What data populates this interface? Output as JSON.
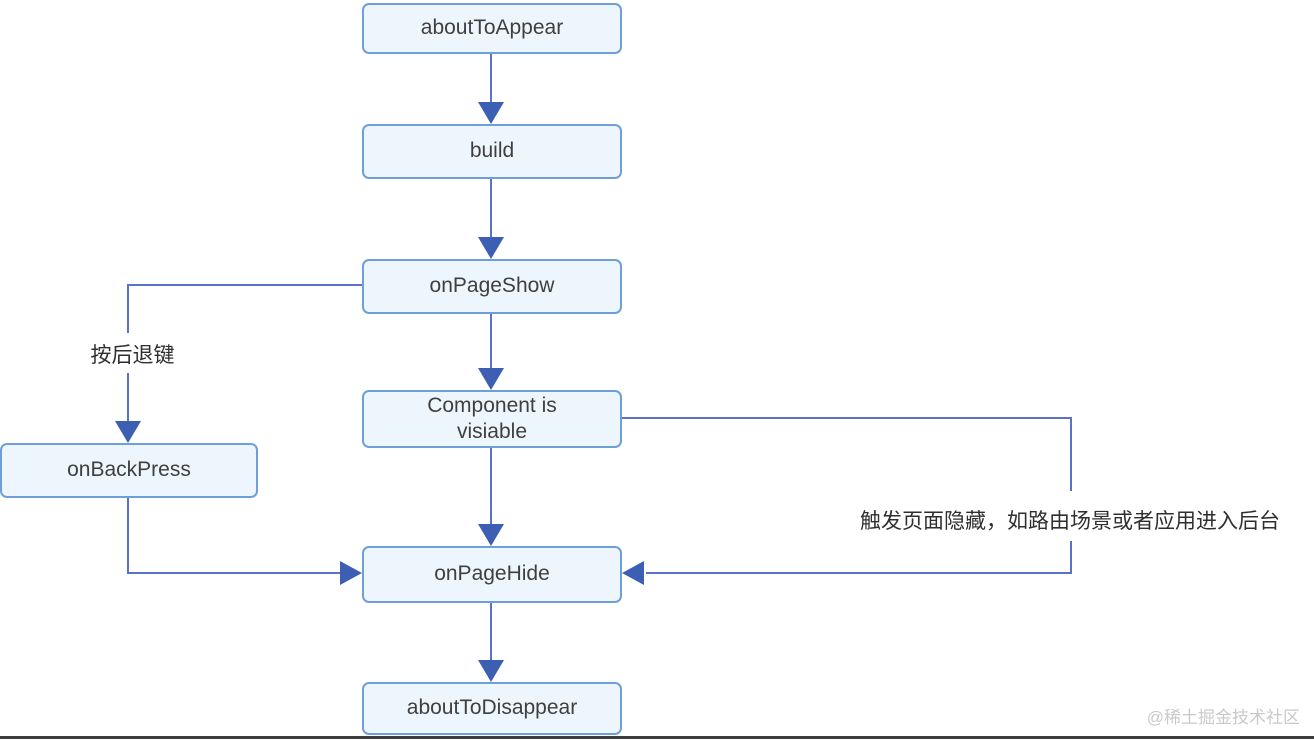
{
  "diagram": {
    "type": "flowchart",
    "subject": "page lifecycle callbacks"
  },
  "nodes": {
    "about_to_appear": "aboutToAppear",
    "build": "build",
    "on_page_show": "onPageShow",
    "component_visible": "Component is\nvisiable",
    "on_back_press": "onBackPress",
    "on_page_hide": "onPageHide",
    "about_to_disappear": "aboutToDisappear"
  },
  "edges": [
    {
      "from": "aboutToAppear",
      "to": "build"
    },
    {
      "from": "build",
      "to": "onPageShow"
    },
    {
      "from": "onPageShow",
      "to": "Component is visiable"
    },
    {
      "from": "Component is visiable",
      "to": "onPageHide",
      "label": "触发页面隐藏，如路由场景或者应用进入后台"
    },
    {
      "from": "onPageShow",
      "to": "onBackPress",
      "label": "按后退键"
    },
    {
      "from": "onBackPress",
      "to": "onPageHide"
    },
    {
      "from": "onPageHide",
      "to": "aboutToDisappear"
    }
  ],
  "watermark": "@稀土掘金技术社区",
  "colors": {
    "box_fill": "#eef6fd",
    "box_border": "#6f9fd8",
    "connector": "#5a73c8",
    "arrow_head": "#3c5fb4",
    "node_text": "#3f3f3f",
    "label_text": "#2f2f2f",
    "watermark_text": "#c9c9c9",
    "footer_line": "#3d3d3d"
  }
}
